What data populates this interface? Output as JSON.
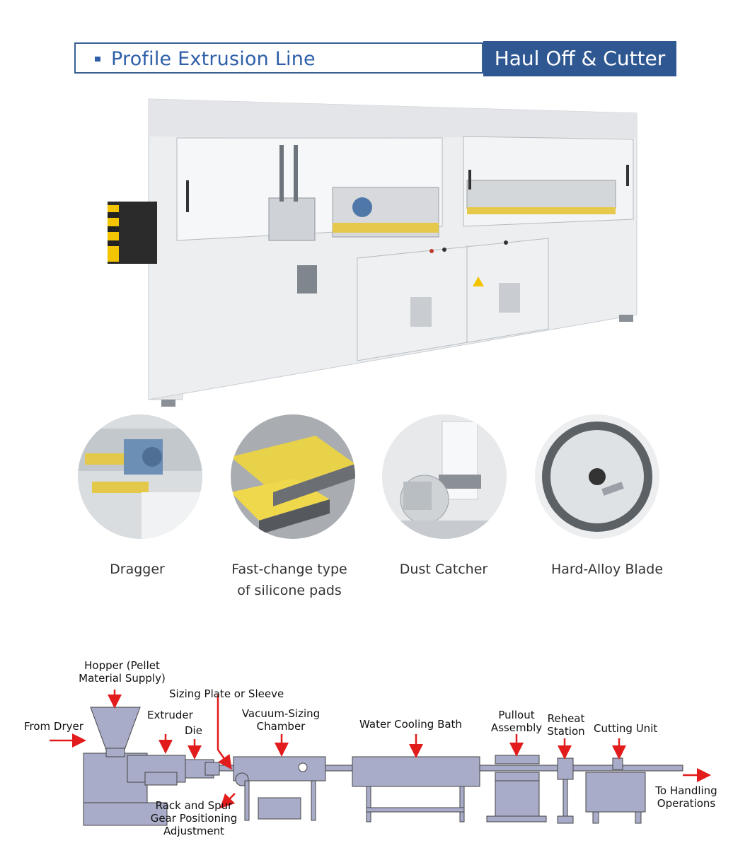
{
  "header": {
    "left_title": "Profile Extrusion Line",
    "right_title": "Haul Off & Cutter"
  },
  "features": [
    {
      "icon": "dragger-photo",
      "label": "Dragger"
    },
    {
      "icon": "silicone-pads-photo",
      "label_line1": "Fast-change type",
      "label_line2": "of silicone pads"
    },
    {
      "icon": "dust-catcher-photo",
      "label": "Dust Catcher"
    },
    {
      "icon": "saw-blade-photo",
      "label": "Hard-Alloy Blade"
    }
  ],
  "diagram": {
    "hopper": {
      "line1": "Hopper (Pellet",
      "line2": "Material Supply)"
    },
    "sizing_plate": "Sizing Plate or Sleeve",
    "from_dryer": "From Dryer",
    "extruder": "Extruder",
    "die": "Die",
    "vacuum": {
      "line1": "Vacuum-Sizing",
      "line2": "Chamber"
    },
    "water_bath": "Water Cooling Bath",
    "pullout": {
      "line1": "Pullout",
      "line2": "Assembly"
    },
    "reheat": {
      "line1": "Reheat",
      "line2": "Station"
    },
    "cutting": "Cutting Unit",
    "rack": {
      "line1": "Rack and Spur",
      "line2": "Gear Positioning",
      "line3": "Adjustment"
    },
    "handling": {
      "line1": "To Handling",
      "line2": "Operations"
    }
  },
  "colors": {
    "brand_blue": "#2f5893",
    "arrow_red": "#e21c1c",
    "machine_fill": "#a8acc8"
  }
}
